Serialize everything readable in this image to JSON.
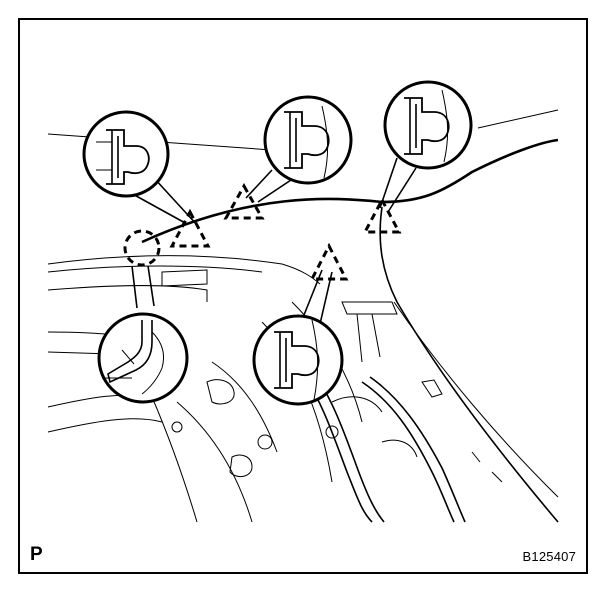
{
  "diagram": {
    "corner_label": "P",
    "figure_code": "B125407",
    "callouts": [
      {
        "id": "clip-left",
        "symbol": "triangle"
      },
      {
        "id": "clip-center",
        "symbol": "triangle"
      },
      {
        "id": "clip-right",
        "symbol": "triangle"
      },
      {
        "id": "clip-lower",
        "symbol": "triangle"
      },
      {
        "id": "hook-left",
        "symbol": "circle"
      }
    ]
  }
}
